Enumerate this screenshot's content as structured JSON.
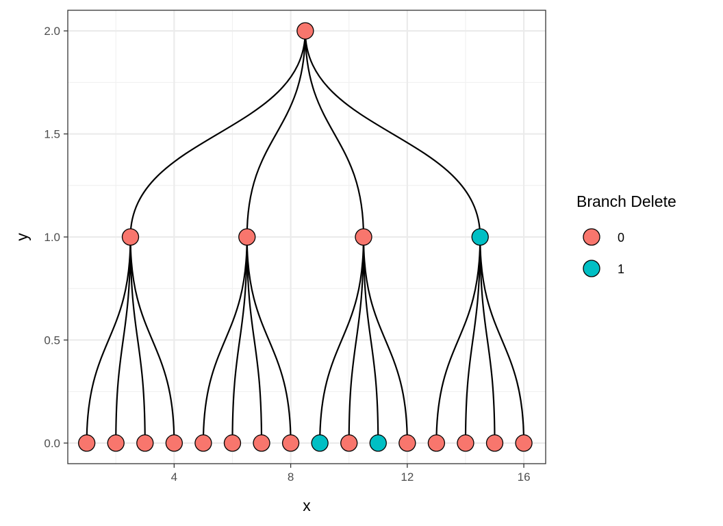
{
  "chart_data": {
    "type": "scatter",
    "subtype": "tree-diagram",
    "xlabel": "x",
    "ylabel": "y",
    "xlim": [
      0.35,
      16.75
    ],
    "ylim": [
      -0.1,
      2.1
    ],
    "x_ticks": [
      4,
      8,
      12,
      16
    ],
    "x_tick_labels": [
      "4",
      "8",
      "12",
      "16"
    ],
    "y_ticks": [
      0.0,
      0.5,
      1.0,
      1.5,
      2.0
    ],
    "y_tick_labels": [
      "0.0",
      "0.5",
      "1.0",
      "1.5",
      "2.0"
    ],
    "x_minor_gridlines": [
      2,
      6,
      10,
      14
    ],
    "y_minor_gridlines": [
      0.25,
      0.75,
      1.25,
      1.75
    ],
    "grid": true,
    "legend": {
      "title": "Branch Delete",
      "position": "right",
      "entries": [
        {
          "label": "0",
          "color": "#F8766D"
        },
        {
          "label": "1",
          "color": "#00BFC4"
        }
      ]
    },
    "nodes": [
      {
        "id": "r",
        "x": 8.5,
        "y": 2.0,
        "group": "0"
      },
      {
        "id": "a",
        "x": 2.5,
        "y": 1.0,
        "group": "0"
      },
      {
        "id": "b",
        "x": 6.5,
        "y": 1.0,
        "group": "0"
      },
      {
        "id": "c",
        "x": 10.5,
        "y": 1.0,
        "group": "0"
      },
      {
        "id": "d",
        "x": 14.5,
        "y": 1.0,
        "group": "1"
      },
      {
        "id": "l1",
        "x": 1,
        "y": 0.0,
        "group": "0"
      },
      {
        "id": "l2",
        "x": 2,
        "y": 0.0,
        "group": "0"
      },
      {
        "id": "l3",
        "x": 3,
        "y": 0.0,
        "group": "0"
      },
      {
        "id": "l4",
        "x": 4,
        "y": 0.0,
        "group": "0"
      },
      {
        "id": "l5",
        "x": 5,
        "y": 0.0,
        "group": "0"
      },
      {
        "id": "l6",
        "x": 6,
        "y": 0.0,
        "group": "0"
      },
      {
        "id": "l7",
        "x": 7,
        "y": 0.0,
        "group": "0"
      },
      {
        "id": "l8",
        "x": 8,
        "y": 0.0,
        "group": "0"
      },
      {
        "id": "l9",
        "x": 9,
        "y": 0.0,
        "group": "1"
      },
      {
        "id": "l10",
        "x": 10,
        "y": 0.0,
        "group": "0"
      },
      {
        "id": "l11",
        "x": 11,
        "y": 0.0,
        "group": "1"
      },
      {
        "id": "l12",
        "x": 12,
        "y": 0.0,
        "group": "0"
      },
      {
        "id": "l13",
        "x": 13,
        "y": 0.0,
        "group": "0"
      },
      {
        "id": "l14",
        "x": 14,
        "y": 0.0,
        "group": "0"
      },
      {
        "id": "l15",
        "x": 15,
        "y": 0.0,
        "group": "0"
      },
      {
        "id": "l16",
        "x": 16,
        "y": 0.0,
        "group": "0"
      }
    ],
    "edges": [
      [
        "r",
        "a"
      ],
      [
        "r",
        "b"
      ],
      [
        "r",
        "c"
      ],
      [
        "r",
        "d"
      ],
      [
        "a",
        "l1"
      ],
      [
        "a",
        "l2"
      ],
      [
        "a",
        "l3"
      ],
      [
        "a",
        "l4"
      ],
      [
        "b",
        "l5"
      ],
      [
        "b",
        "l6"
      ],
      [
        "b",
        "l7"
      ],
      [
        "b",
        "l8"
      ],
      [
        "c",
        "l9"
      ],
      [
        "c",
        "l10"
      ],
      [
        "c",
        "l11"
      ],
      [
        "c",
        "l12"
      ],
      [
        "d",
        "l13"
      ],
      [
        "d",
        "l14"
      ],
      [
        "d",
        "l15"
      ],
      [
        "d",
        "l16"
      ]
    ],
    "colors": {
      "group_0": "#F8766D",
      "group_1": "#00BFC4"
    }
  }
}
